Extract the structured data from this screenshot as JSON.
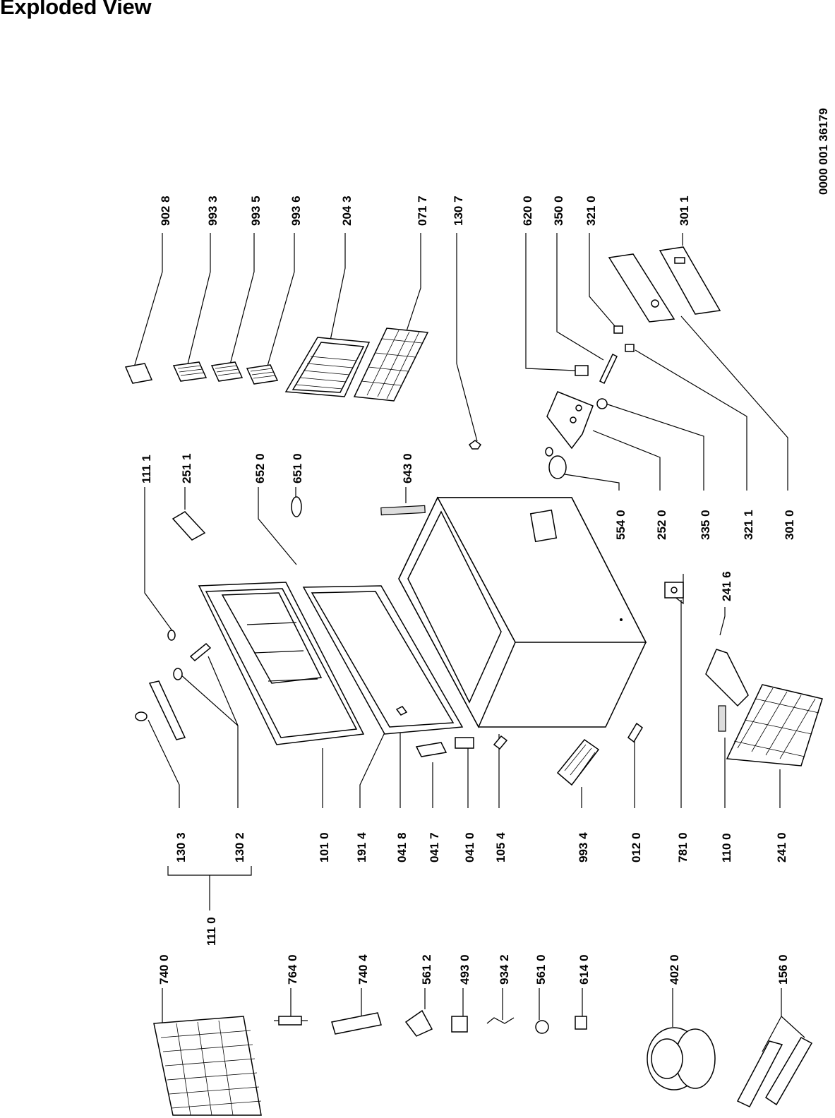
{
  "title": "Exploded View",
  "drawing_number": "0000 001 36179",
  "labels": {
    "p9028": "902 8",
    "p9933": "993 3",
    "p9935": "993 5",
    "p9936": "993 6",
    "p2043": "204 3",
    "p0717": "071 7",
    "p1307": "130 7",
    "p6200": "620 0",
    "p3500": "350 0",
    "p3210": "321 0",
    "p3011": "301 1",
    "p1111": "111 1",
    "p2511": "251 1",
    "p6520": "652 0",
    "p6510": "651 0",
    "p6430": "643 0",
    "p5540": "554 0",
    "p2520": "252 0",
    "p3350": "335 0",
    "p3211": "321 1",
    "p3010": "301 0",
    "p2416": "241 6",
    "p1303": "130 3",
    "p1302": "130 2",
    "p1010": "101 0",
    "p1914": "191 4",
    "p0418": "041 8",
    "p0417": "041 7",
    "p0410": "041 0",
    "p1054": "105 4",
    "p9934": "993 4",
    "p0120": "012 0",
    "p7810": "781 0",
    "p1100": "110 0",
    "p2410": "241 0",
    "p1110": "111 0",
    "p7400": "740 0",
    "p7640": "764 0",
    "p7404": "740 4",
    "p5612": "561 2",
    "p4930": "493 0",
    "p9342": "934 2",
    "p5610": "561 0",
    "p6140": "614 0",
    "p4020": "402 0",
    "p1560": "156 0"
  }
}
